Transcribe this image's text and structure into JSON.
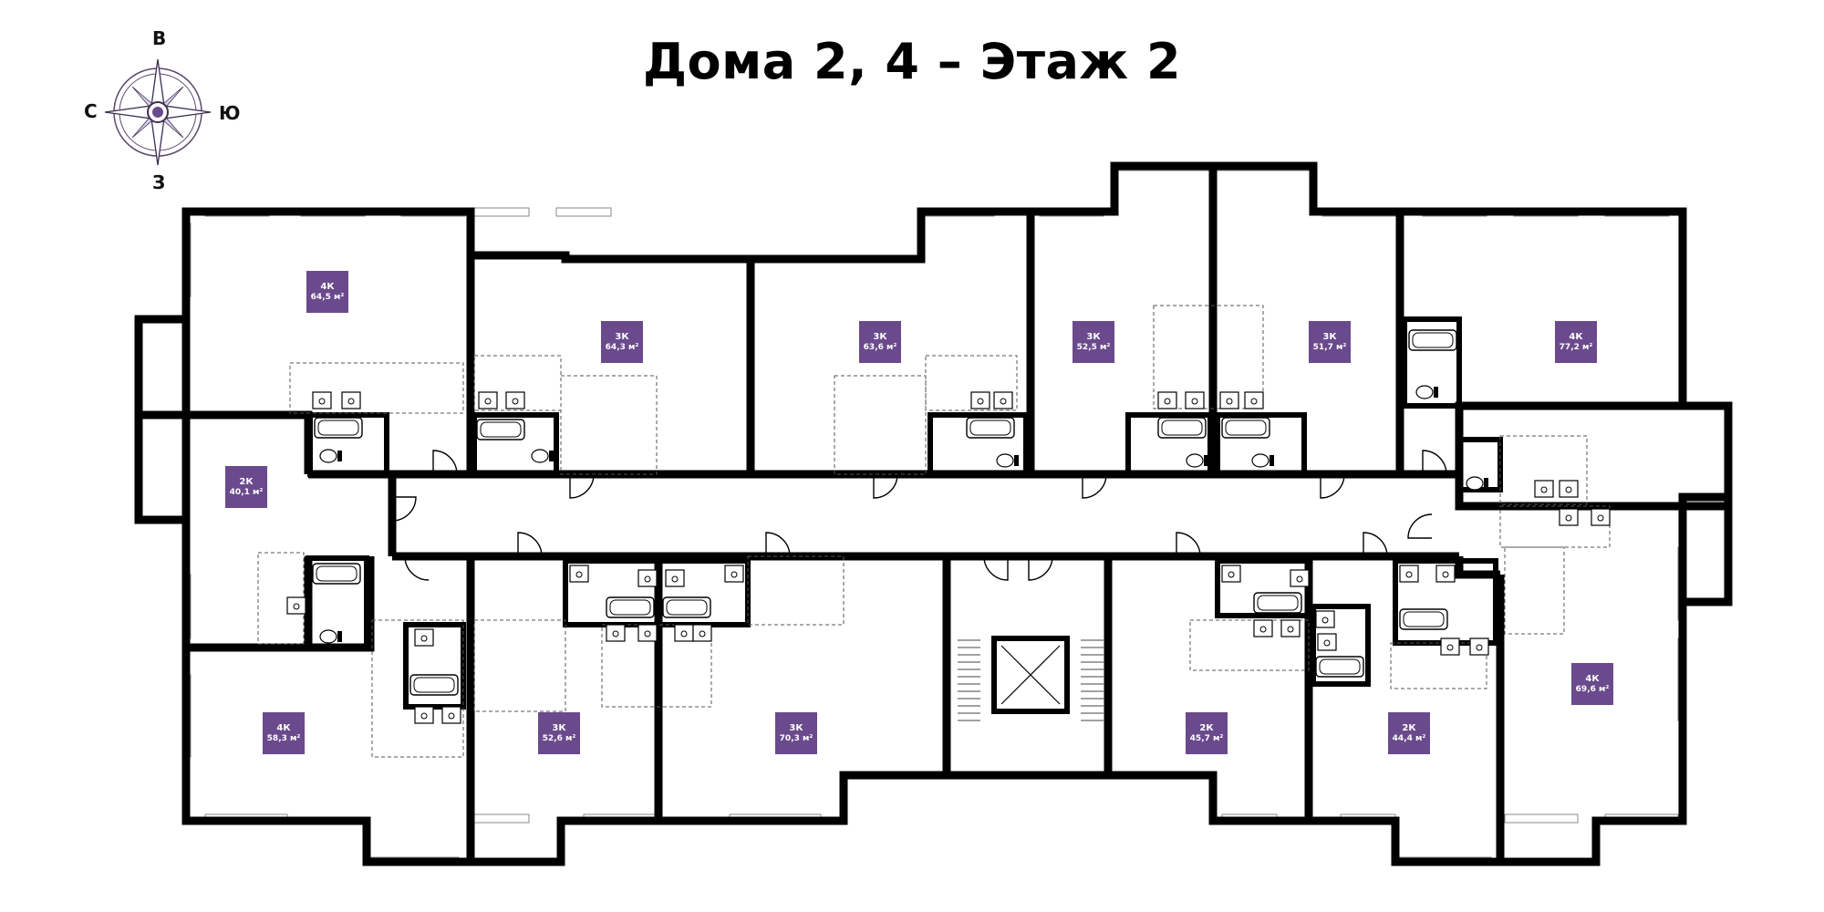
{
  "title": "Дома 2, 4 – Этаж 2",
  "compass": {
    "north": "В",
    "south": "З",
    "west": "С",
    "east": "Ю"
  },
  "colors": {
    "wall": "#000000",
    "badge": "#6a4a8c",
    "badge_text": "#ffffff"
  },
  "apartments": [
    {
      "rooms": "4К",
      "area": "64,5 м²"
    },
    {
      "rooms": "3К",
      "area": "64,3 м²"
    },
    {
      "rooms": "3К",
      "area": "63,6 м²"
    },
    {
      "rooms": "3К",
      "area": "52,5 м²"
    },
    {
      "rooms": "3К",
      "area": "51,7 м²"
    },
    {
      "rooms": "4К",
      "area": "77,2 м²"
    },
    {
      "rooms": "2К",
      "area": "40,1 м²"
    },
    {
      "rooms": "4К",
      "area": "58,3 м²"
    },
    {
      "rooms": "3К",
      "area": "52,6 м²"
    },
    {
      "rooms": "3К",
      "area": "70,3 м²"
    },
    {
      "rooms": "2К",
      "area": "45,7 м²"
    },
    {
      "rooms": "2К",
      "area": "44,4 м²"
    },
    {
      "rooms": "4К",
      "area": "69,6 м²"
    }
  ]
}
